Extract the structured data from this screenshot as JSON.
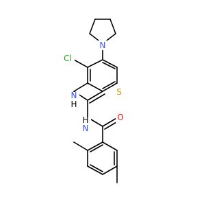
{
  "colors": {
    "bond": "#000000",
    "carbon": "#000000",
    "nitrogen": "#3050F8",
    "oxygen": "#FF0D0D",
    "sulfur": "#C8A000",
    "chlorine": "#1FA01F"
  },
  "atoms": {
    "n_pyrrolidine": {
      "label": "N",
      "color_key": "nitrogen"
    },
    "cl": {
      "label": "Cl",
      "color_key": "chlorine"
    },
    "nh_1": {
      "label": "N",
      "color_key": "nitrogen"
    },
    "h_1": {
      "label": "H",
      "color_key": "carbon"
    },
    "s": {
      "label": "S",
      "color_key": "sulfur"
    },
    "nh_2": {
      "label": "N",
      "color_key": "nitrogen"
    },
    "h_2": {
      "label": "H",
      "color_key": "carbon"
    },
    "o": {
      "label": "O",
      "color_key": "oxygen"
    }
  }
}
